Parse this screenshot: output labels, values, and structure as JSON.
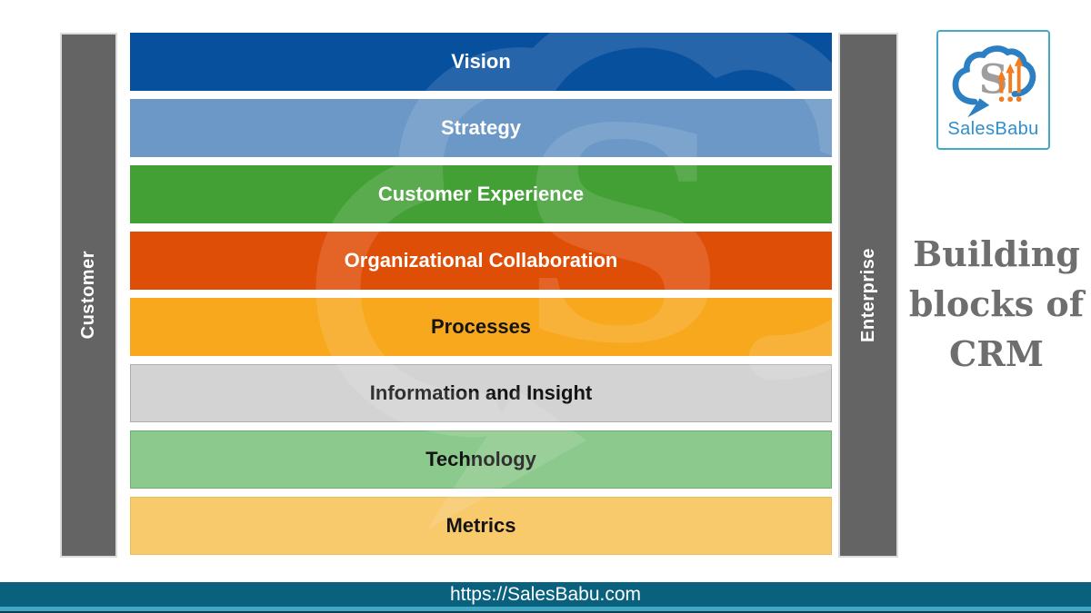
{
  "title": {
    "text": "Building blocks of CRM",
    "lines": [
      "Building",
      "blocks of",
      "CRM"
    ],
    "color": "#6E6E6E"
  },
  "diagram": {
    "left_axis": {
      "label": "Customer",
      "bg": "#646464",
      "text": "#FFFFFF"
    },
    "right_axis": {
      "label": "Enterprise",
      "bg": "#646464",
      "text": "#FFFFFF"
    },
    "blocks": [
      {
        "label": "Vision",
        "bg": "#07509E",
        "text": "#FFFFFF",
        "border": "#07509E"
      },
      {
        "label": "Strategy",
        "bg": "#6B98C6",
        "text": "#FFFFFF",
        "border": "#6B98C6"
      },
      {
        "label": "Customer Experience",
        "bg": "#42A035",
        "text": "#FFFFFF",
        "border": "#42A035"
      },
      {
        "label": "Organizational Collaboration",
        "bg": "#DF4E07",
        "text": "#FFFFFF",
        "border": "#DF4E07"
      },
      {
        "label": "Processes",
        "bg": "#F7A81D",
        "text": "#141414",
        "border": "#F7A81D"
      },
      {
        "label": "Information and Insight",
        "bg": "#D3D3D3",
        "text": "#141414",
        "border": "#ADADAD"
      },
      {
        "label": "Technology",
        "bg": "#8CC98C",
        "text": "#141414",
        "border": "#6FAF70"
      },
      {
        "label": "Metrics",
        "bg": "#F8CA6B",
        "text": "#141414",
        "border": "#ECBC55"
      }
    ]
  },
  "logo": {
    "brand": "SalesBabu",
    "monogram": "S",
    "cloud_color": "#2B7FC2",
    "accent_color": "#F47C20",
    "monogram_color": "#9E9E9E",
    "text_color": "#2F8FCE",
    "border_color": "#45AAC1"
  },
  "footer": {
    "url": "https://SalesBabu.com",
    "bar_color": "#0A617E",
    "strip_color": "#41A9C4",
    "base_color": "#143C4E",
    "text_color": "#FFFFFF"
  }
}
